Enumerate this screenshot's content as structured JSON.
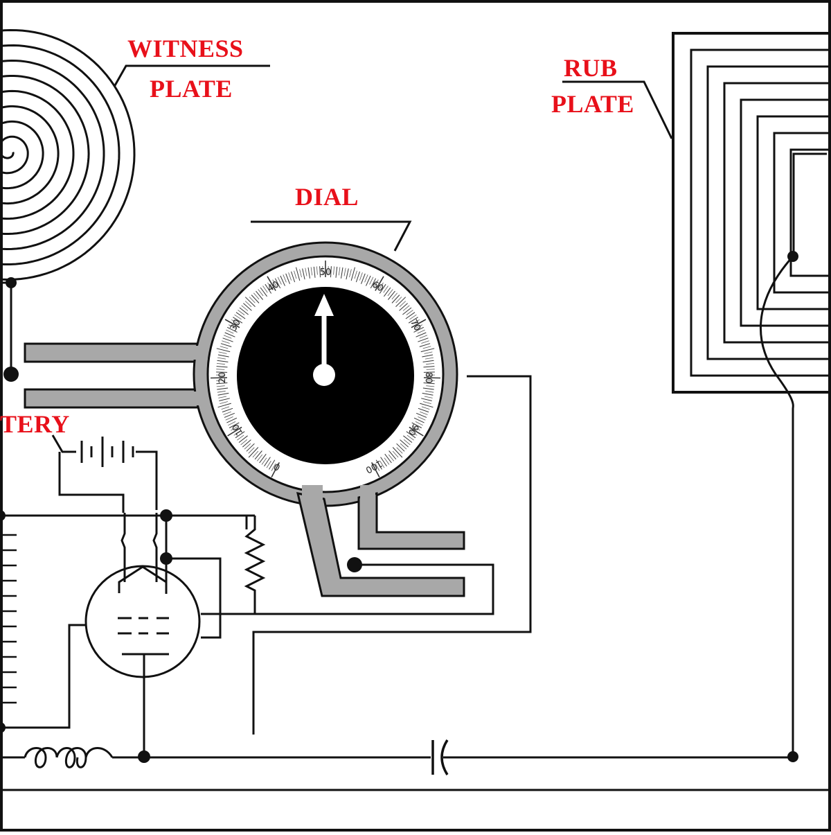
{
  "labels": {
    "witness_line1": "WITNESS",
    "witness_line2": "PLATE",
    "rub_line1": "RUB",
    "rub_line2": "PLATE",
    "dial": "DIAL",
    "battery_partial": "TERY"
  },
  "dial": {
    "numbers": [
      "0",
      "10",
      "20",
      "30",
      "40",
      "50",
      "60",
      "70",
      "80",
      "90",
      "100"
    ],
    "pointer_value": 50
  },
  "colors": {
    "label_red": "#e8101a",
    "wire": "#111111",
    "tube_gray": "#a8a8a8"
  }
}
